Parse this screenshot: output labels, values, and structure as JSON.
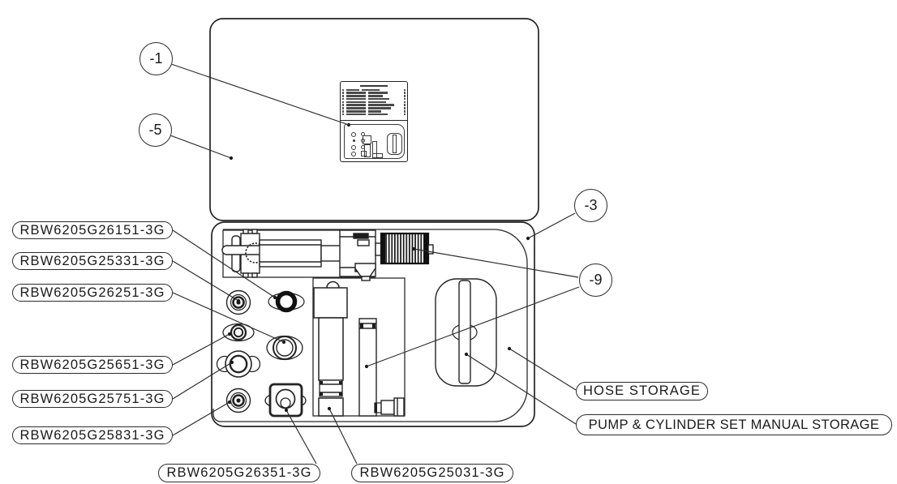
{
  "drawing": {
    "callouts": [
      "-1",
      "-5",
      "-3",
      "-9"
    ],
    "left_part_labels": [
      "RBW6205G26151-3G",
      "RBW6205G25331-3G",
      "RBW6205G26251-3G",
      "RBW6205G25651-3G",
      "RBW6205G25751-3G",
      "RBW6205G25831-3G"
    ],
    "bottom_part_labels": [
      "RBW6205G26351-3G",
      "RBW6205G25031-3G"
    ],
    "area_labels": [
      "HOSE STORAGE",
      "PUMP & CYLINDER SET MANUAL STORAGE"
    ],
    "colors": {
      "line_color": "#2a2a2a",
      "label_text": "#1a1a1a",
      "background": "#ffffff"
    }
  }
}
